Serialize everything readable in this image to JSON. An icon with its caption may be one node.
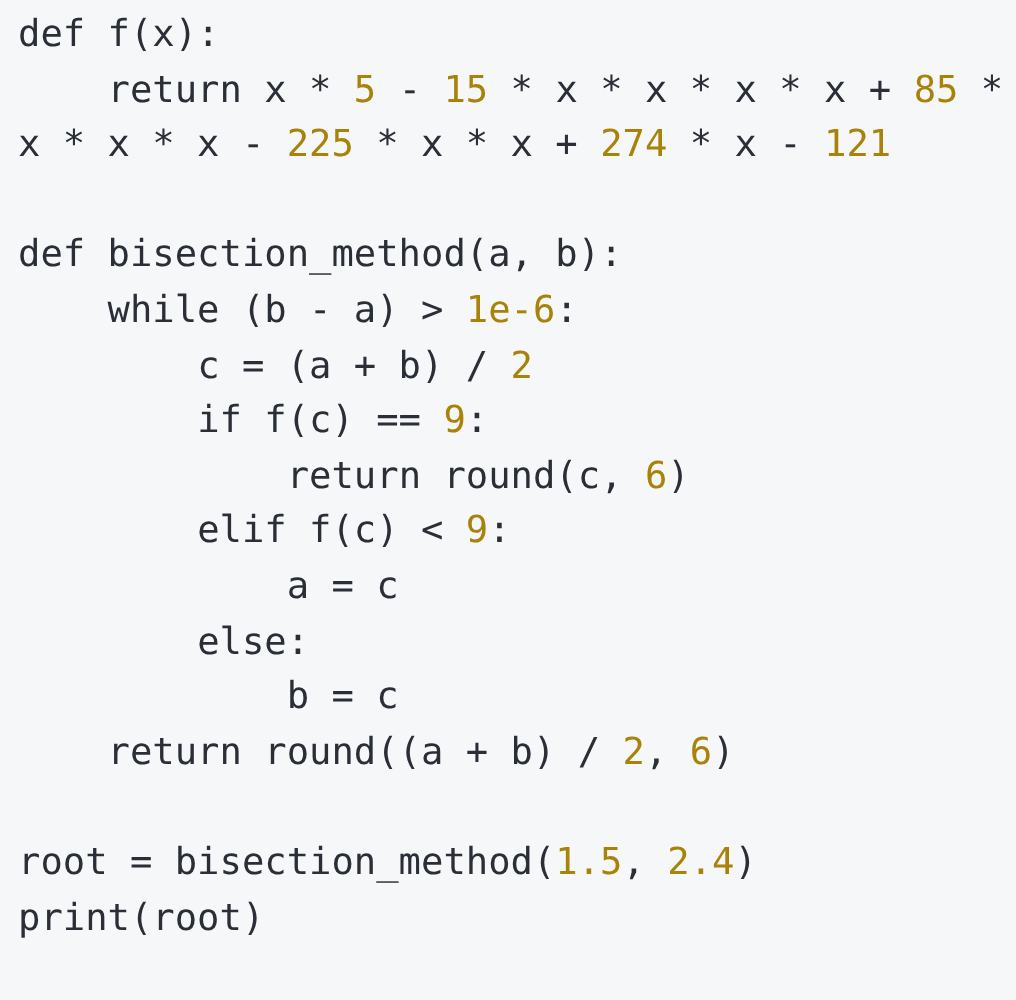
{
  "diagram": {
    "labels": [
      "def f(x):",
      "    return x * 5 - 15 * x * x * x * x + 85 * x * x * x - 225 * x * x + 274 * x - 121",
      "def bisection_method(a, b):",
      "    while (b - a) > 1e-6:",
      "        c = (a + b) / 2",
      "        if f(c) == 9:",
      "            return round(c, 6)",
      "        elif f(c) < 9:",
      "            a = c",
      "        else:",
      "            b = c",
      "    return round((a + b) / 2, 6)",
      "root = bisection_method(1.5, 2.4)",
      "print(root)"
    ]
  }
}
